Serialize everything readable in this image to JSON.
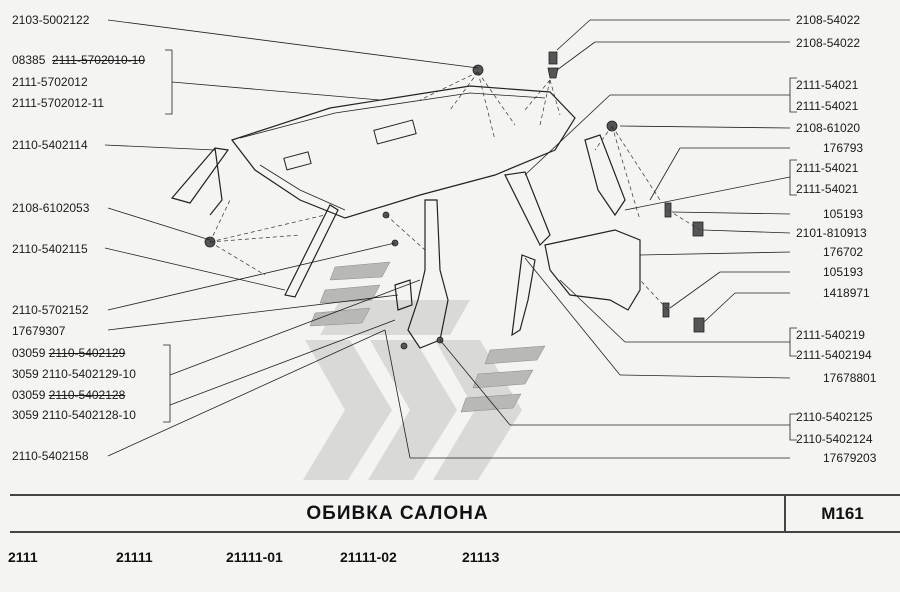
{
  "labels_left": [
    "2103-5002122",
    "08385",
    "2111-5702010-10",
    "2111-5702012",
    "2111-5702012-11",
    "2110-5402114",
    "2108-6102053",
    "2110-5402115",
    "2110-5702152",
    "17679307",
    "03059",
    "2110-5402129",
    "3059 2110-5402129-10",
    "03059",
    "2110-5402128",
    "3059 2110-5402128-10",
    "2110-5402158"
  ],
  "labels_right": [
    "2108-54022",
    "2108-54022",
    "2111-54021",
    "2111-54021",
    "2108-61020",
    "176793",
    "2111-54021",
    "2111-54021",
    "105193",
    "2101-810913",
    "176702",
    "105193",
    "1418971",
    "2111-540219",
    "2111-5402194",
    "17678801",
    "2110-5402125",
    "2110-5402124",
    "17679203"
  ],
  "title": "ОБИВКА САЛОНА",
  "page_code": "M161",
  "models": [
    "2111",
    "21111",
    "21111-01",
    "21111-02",
    "21113"
  ]
}
